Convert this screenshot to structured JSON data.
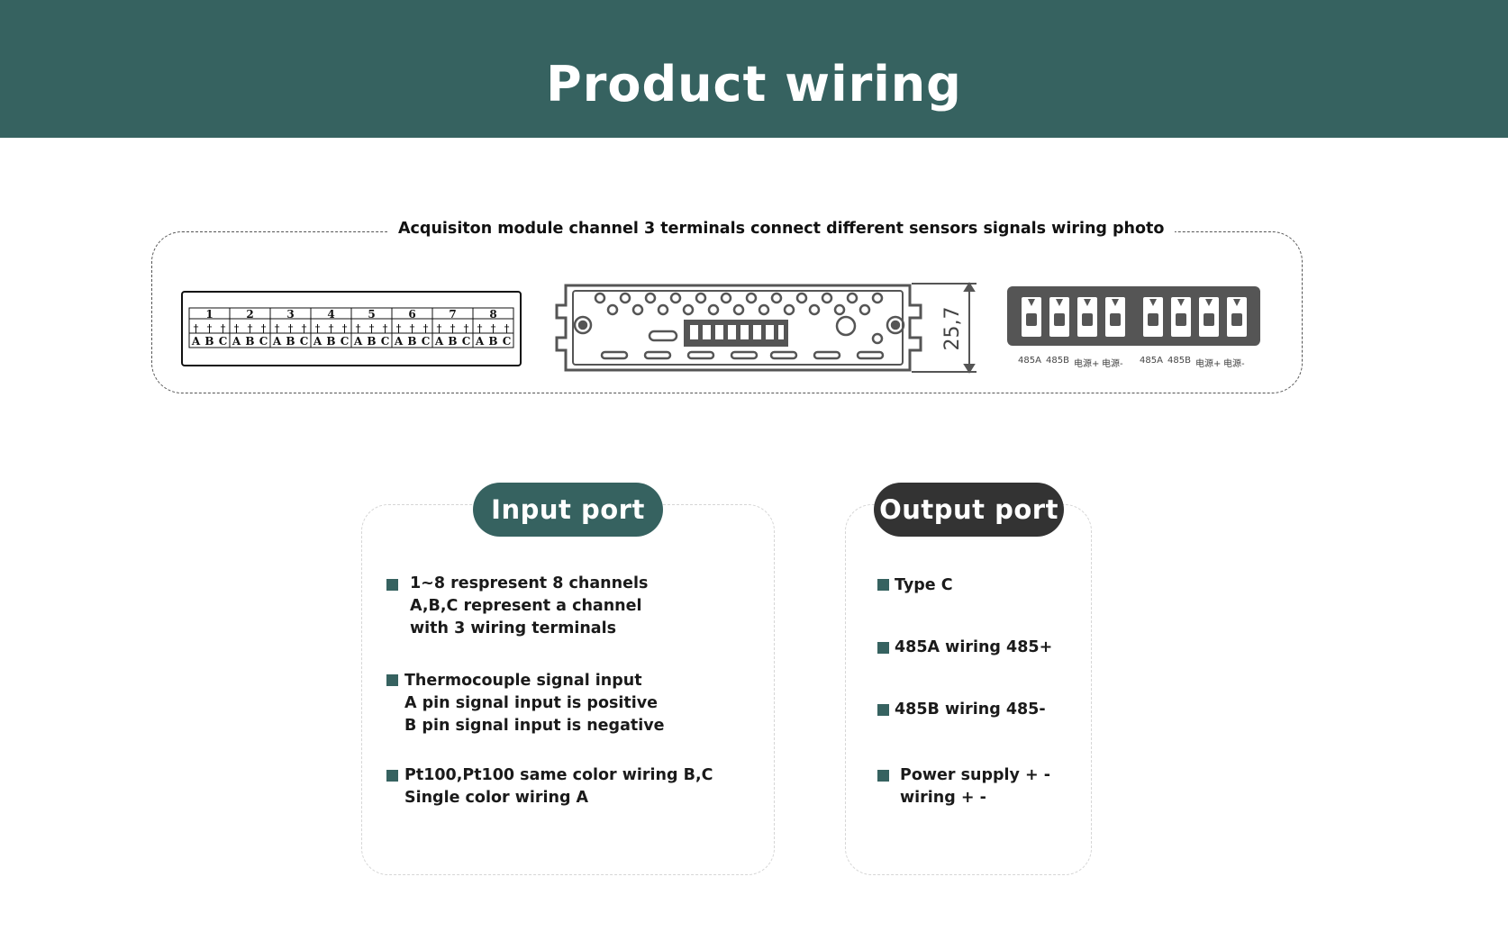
{
  "header": {
    "title": "Product wiring"
  },
  "wiring": {
    "caption": "Acquisiton module channel 3 terminals connect different sensors signals wiring photo",
    "terminal_block": {
      "channels": [
        "1",
        "2",
        "3",
        "4",
        "5",
        "6",
        "7",
        "8"
      ],
      "pins": [
        "A",
        "B",
        "C"
      ]
    },
    "dimension_label": "25,7",
    "output_terminal_labels": [
      "485A",
      "485B",
      "电源+",
      "电源-",
      "485A",
      "485B",
      "电源+",
      "电源-"
    ]
  },
  "input_port": {
    "title": "Input port",
    "items": [
      {
        "lines": [
          "1~8 respresent 8 channels",
          "A,B,C represent a channel",
          "with 3 wiring terminals"
        ]
      },
      {
        "lines": [
          "Thermocouple signal input",
          "A pin signal input is positive",
          "B pin signal input is negative"
        ]
      },
      {
        "lines": [
          "Pt100,Pt100 same color wiring B,C",
          "Single color wiring A"
        ]
      }
    ]
  },
  "output_port": {
    "title": "Output port",
    "items": [
      {
        "lines": [
          "Type C"
        ]
      },
      {
        "lines": [
          "485A wiring 485+"
        ]
      },
      {
        "lines": [
          "485B wiring 485-"
        ]
      },
      {
        "lines": [
          "Power supply + -",
          "wiring + -"
        ]
      }
    ]
  },
  "colors": {
    "header_bg": "#366260",
    "accent": "#366260",
    "output_pill": "#333333",
    "terminal_dark": "#555555"
  }
}
